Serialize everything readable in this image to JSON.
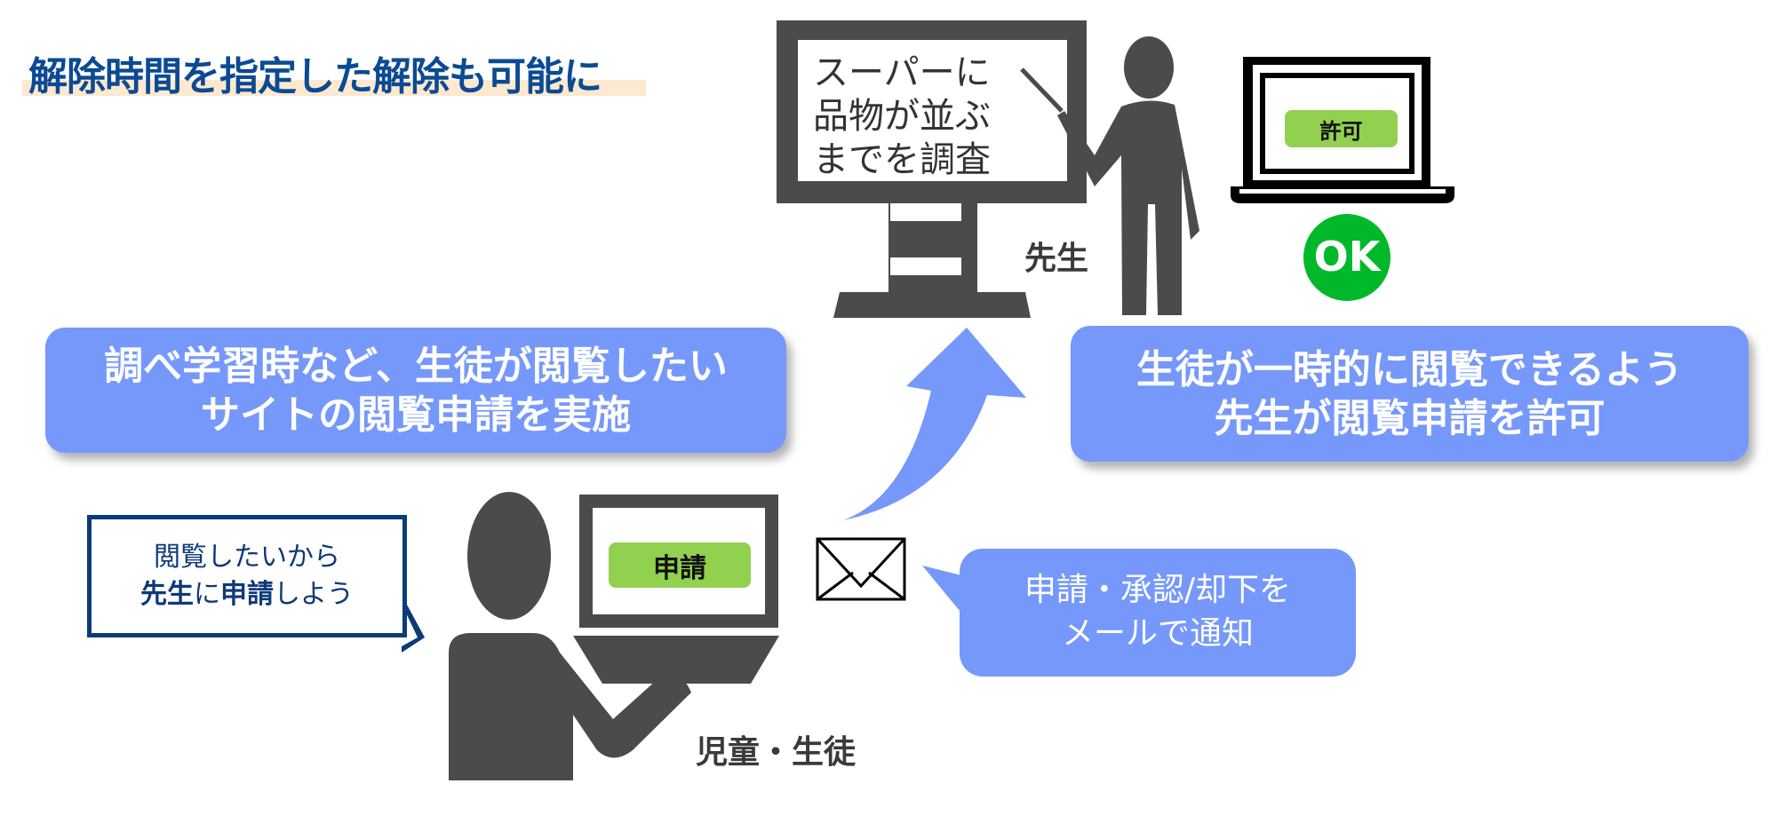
{
  "title": "解除時間を指定した解除も可能に",
  "blackboard": {
    "lines": [
      "スーパーに",
      "品物が並ぶ",
      "までを調査"
    ]
  },
  "teacher": {
    "label": "先生"
  },
  "teacher_laptop": {
    "button": "許可",
    "status": "OK"
  },
  "left_box": {
    "lines": [
      "調べ学習時など、生徒が閲覧したい",
      "サイトの閲覧申請を実施"
    ]
  },
  "right_box": {
    "lines": [
      "生徒が一時的に閲覧できるよう",
      "先生が閲覧申請を許可"
    ]
  },
  "student": {
    "label": "児童・生徒",
    "laptop_button": "申請"
  },
  "speech": {
    "line1": "閲覧したいから",
    "line2_bold": "先生",
    "line2_mid": "に",
    "line2_bold2": "申請",
    "line2_end": "しよう"
  },
  "mail_bubble": {
    "lines": [
      "申請・承認/却下を",
      "メールで通知"
    ]
  },
  "colors": {
    "accent_blue": "#7698fb",
    "title_blue": "#0b4a94",
    "green": "#92d050",
    "ok_green": "#00b050",
    "icon_gray": "#4b4b4b"
  }
}
